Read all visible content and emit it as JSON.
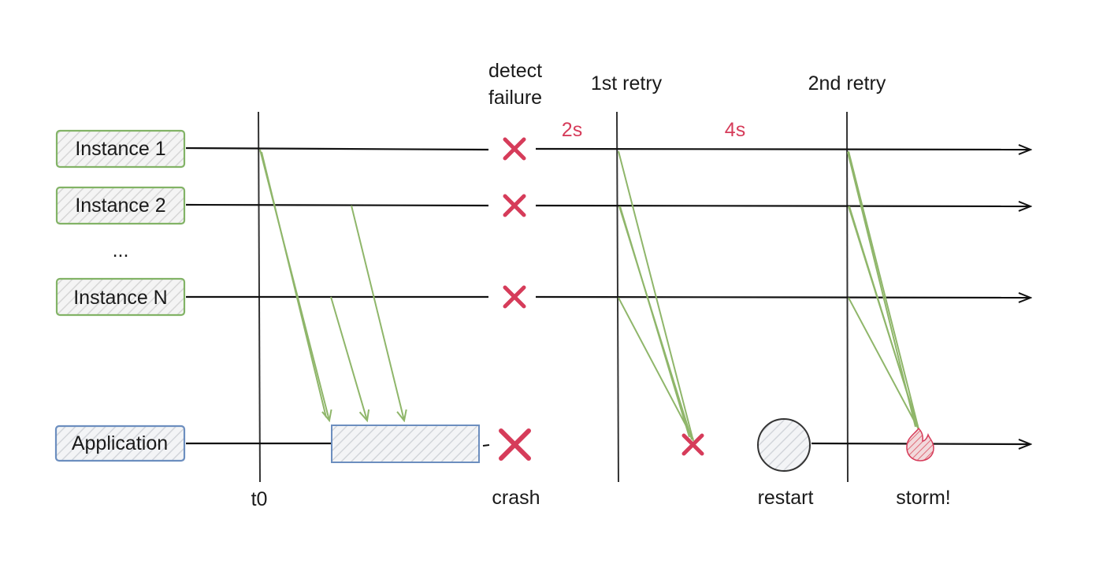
{
  "diagram": {
    "nodes": {
      "instance_1": "Instance 1",
      "instance_2": "Instance 2",
      "ellipsis": "...",
      "instance_n": "Instance N",
      "application": "Application"
    },
    "annotations": {
      "detect_failure_line1": "detect",
      "detect_failure_line2": "failure",
      "first_retry": "1st retry",
      "second_retry": "2nd retry",
      "delay_1": "2s",
      "delay_2": "4s",
      "t0": "t0",
      "crash": "crash",
      "restart": "restart",
      "storm": "storm!"
    },
    "colors": {
      "instance_border": "#82b366",
      "app_border": "#6c8ebf",
      "request_arrow": "#8fb66a",
      "failure_mark": "#d63c5a",
      "timeline": "#111111"
    },
    "icons": {
      "failure": "cross-icon",
      "restart": "circle-icon",
      "storm": "fire-icon"
    }
  }
}
